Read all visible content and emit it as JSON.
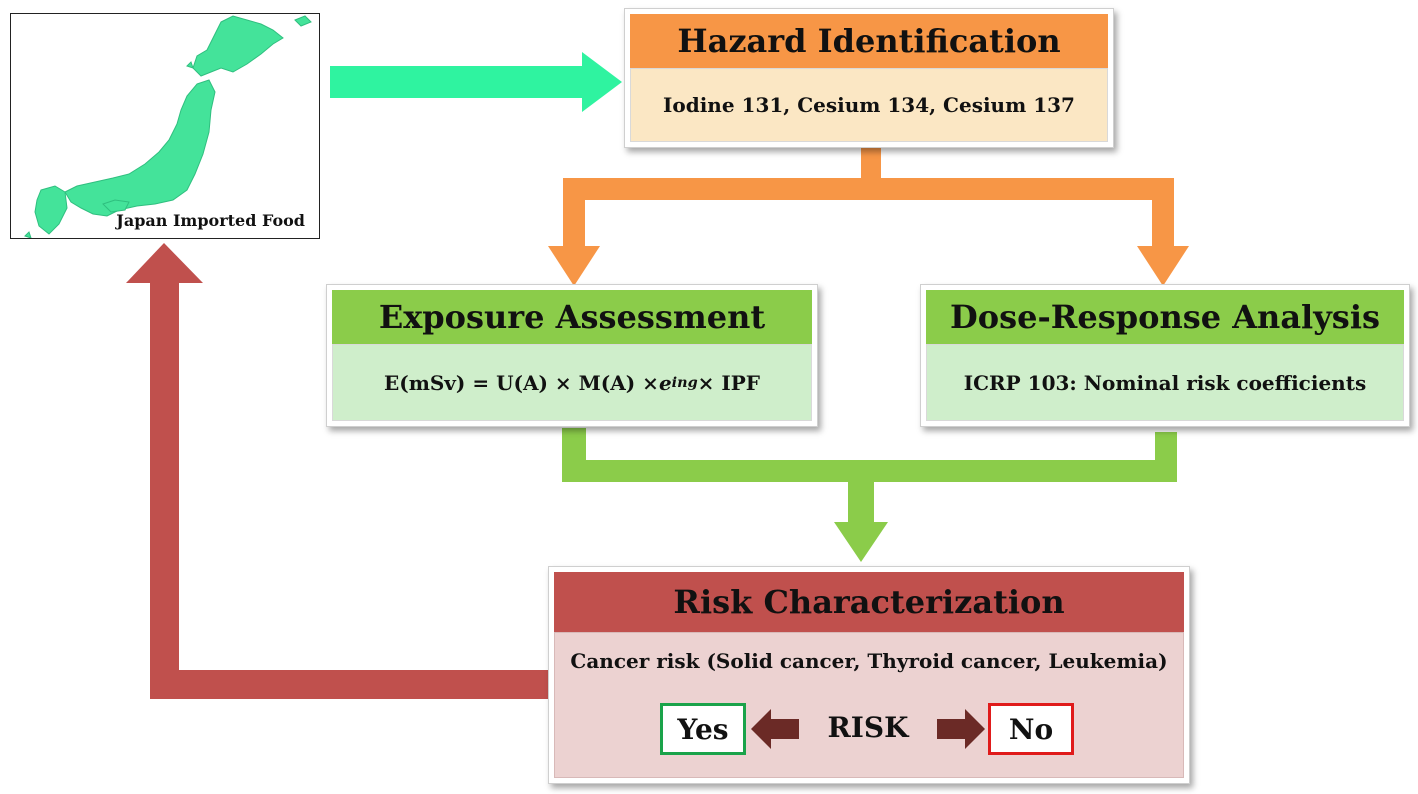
{
  "map": {
    "caption": "Japan Imported Food"
  },
  "hazard": {
    "title": "Hazard Identification",
    "body": "Iodine 131, Cesium 134, Cesium 137"
  },
  "exposure": {
    "title": "Exposure Assessment",
    "formula_left": "E(mSv) = U(A) × M(A) × ",
    "formula_var": "e",
    "formula_sub": "ing",
    "formula_right": " × IPF"
  },
  "dose": {
    "title": "Dose-Response Analysis",
    "body": "ICRP 103: Nominal risk coefficients"
  },
  "risk": {
    "title": "Risk Characterization",
    "body": "Cancer risk (Solid cancer, Thyroid cancer, Leukemia)",
    "center_label": "RISK",
    "yes_label": "Yes",
    "no_label": "No"
  },
  "colors": {
    "orange": "#f79646",
    "green": "#8bcc4a",
    "red": "#c0504d",
    "teal_arrow": "#2ff3a0",
    "map_fill": "#44e39a",
    "dark_arrow": "#6b2a26"
  }
}
